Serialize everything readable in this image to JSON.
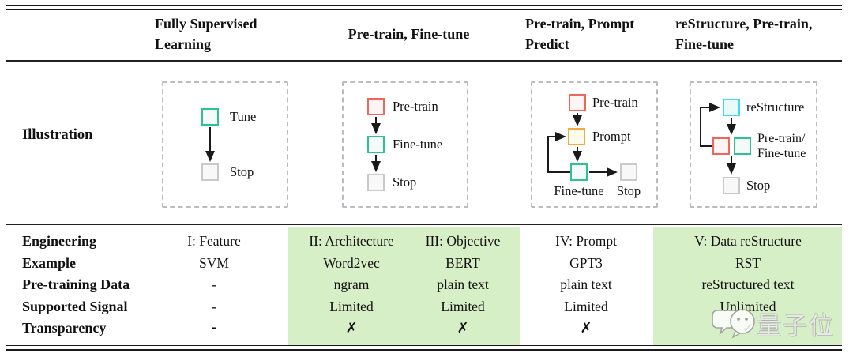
{
  "header": {
    "columns": [
      "Fully Supervised Learning",
      "Pre-train, Fine-tune",
      "Pre-train, Prompt Predict",
      "reStructure, Pre-train, Fine-tune"
    ]
  },
  "illustration": {
    "row_label": "Illustration",
    "fully_supervised": {
      "tune": "Tune",
      "stop": "Stop"
    },
    "pretrain_finetune": {
      "pretrain": "Pre-train",
      "finetune": "Fine-tune",
      "stop": "Stop"
    },
    "pretrain_prompt": {
      "pretrain": "Pre-train",
      "prompt": "Prompt",
      "finetune": "Fine-tune",
      "stop": "Stop"
    },
    "restructure": {
      "restructure": "reStructure",
      "pf_line1": "Pre-train/",
      "pf_line2": "Fine-tune",
      "stop": "Stop"
    }
  },
  "rows": {
    "labels": [
      "Engineering",
      "Example",
      "Pre-training Data",
      "Supported Signal",
      "Transparency"
    ],
    "fully_supervised": [
      "I: Feature",
      "SVM",
      "-",
      "-",
      "-"
    ],
    "architecture": [
      "II: Architecture",
      "Word2vec",
      "ngram",
      "Limited",
      "✗"
    ],
    "objective": [
      "III: Objective",
      "BERT",
      "plain text",
      "Limited",
      "✗"
    ],
    "prompt": [
      "IV: Prompt",
      "GPT3",
      "plain text",
      "Limited",
      "✗"
    ],
    "data_restructure": [
      "V: Data reStructure",
      "RST",
      "reStructured text",
      "Unlimited",
      "✓"
    ]
  },
  "watermark": {
    "text": "量子位"
  },
  "colors": {
    "accent_green": "#2bc48e",
    "accent_red": "#f2655c",
    "accent_orange": "#f6a93f",
    "accent_cyan": "#41d9ef",
    "neutral_gray": "#c9c9c9",
    "highlight_green": "#d7efc6"
  }
}
